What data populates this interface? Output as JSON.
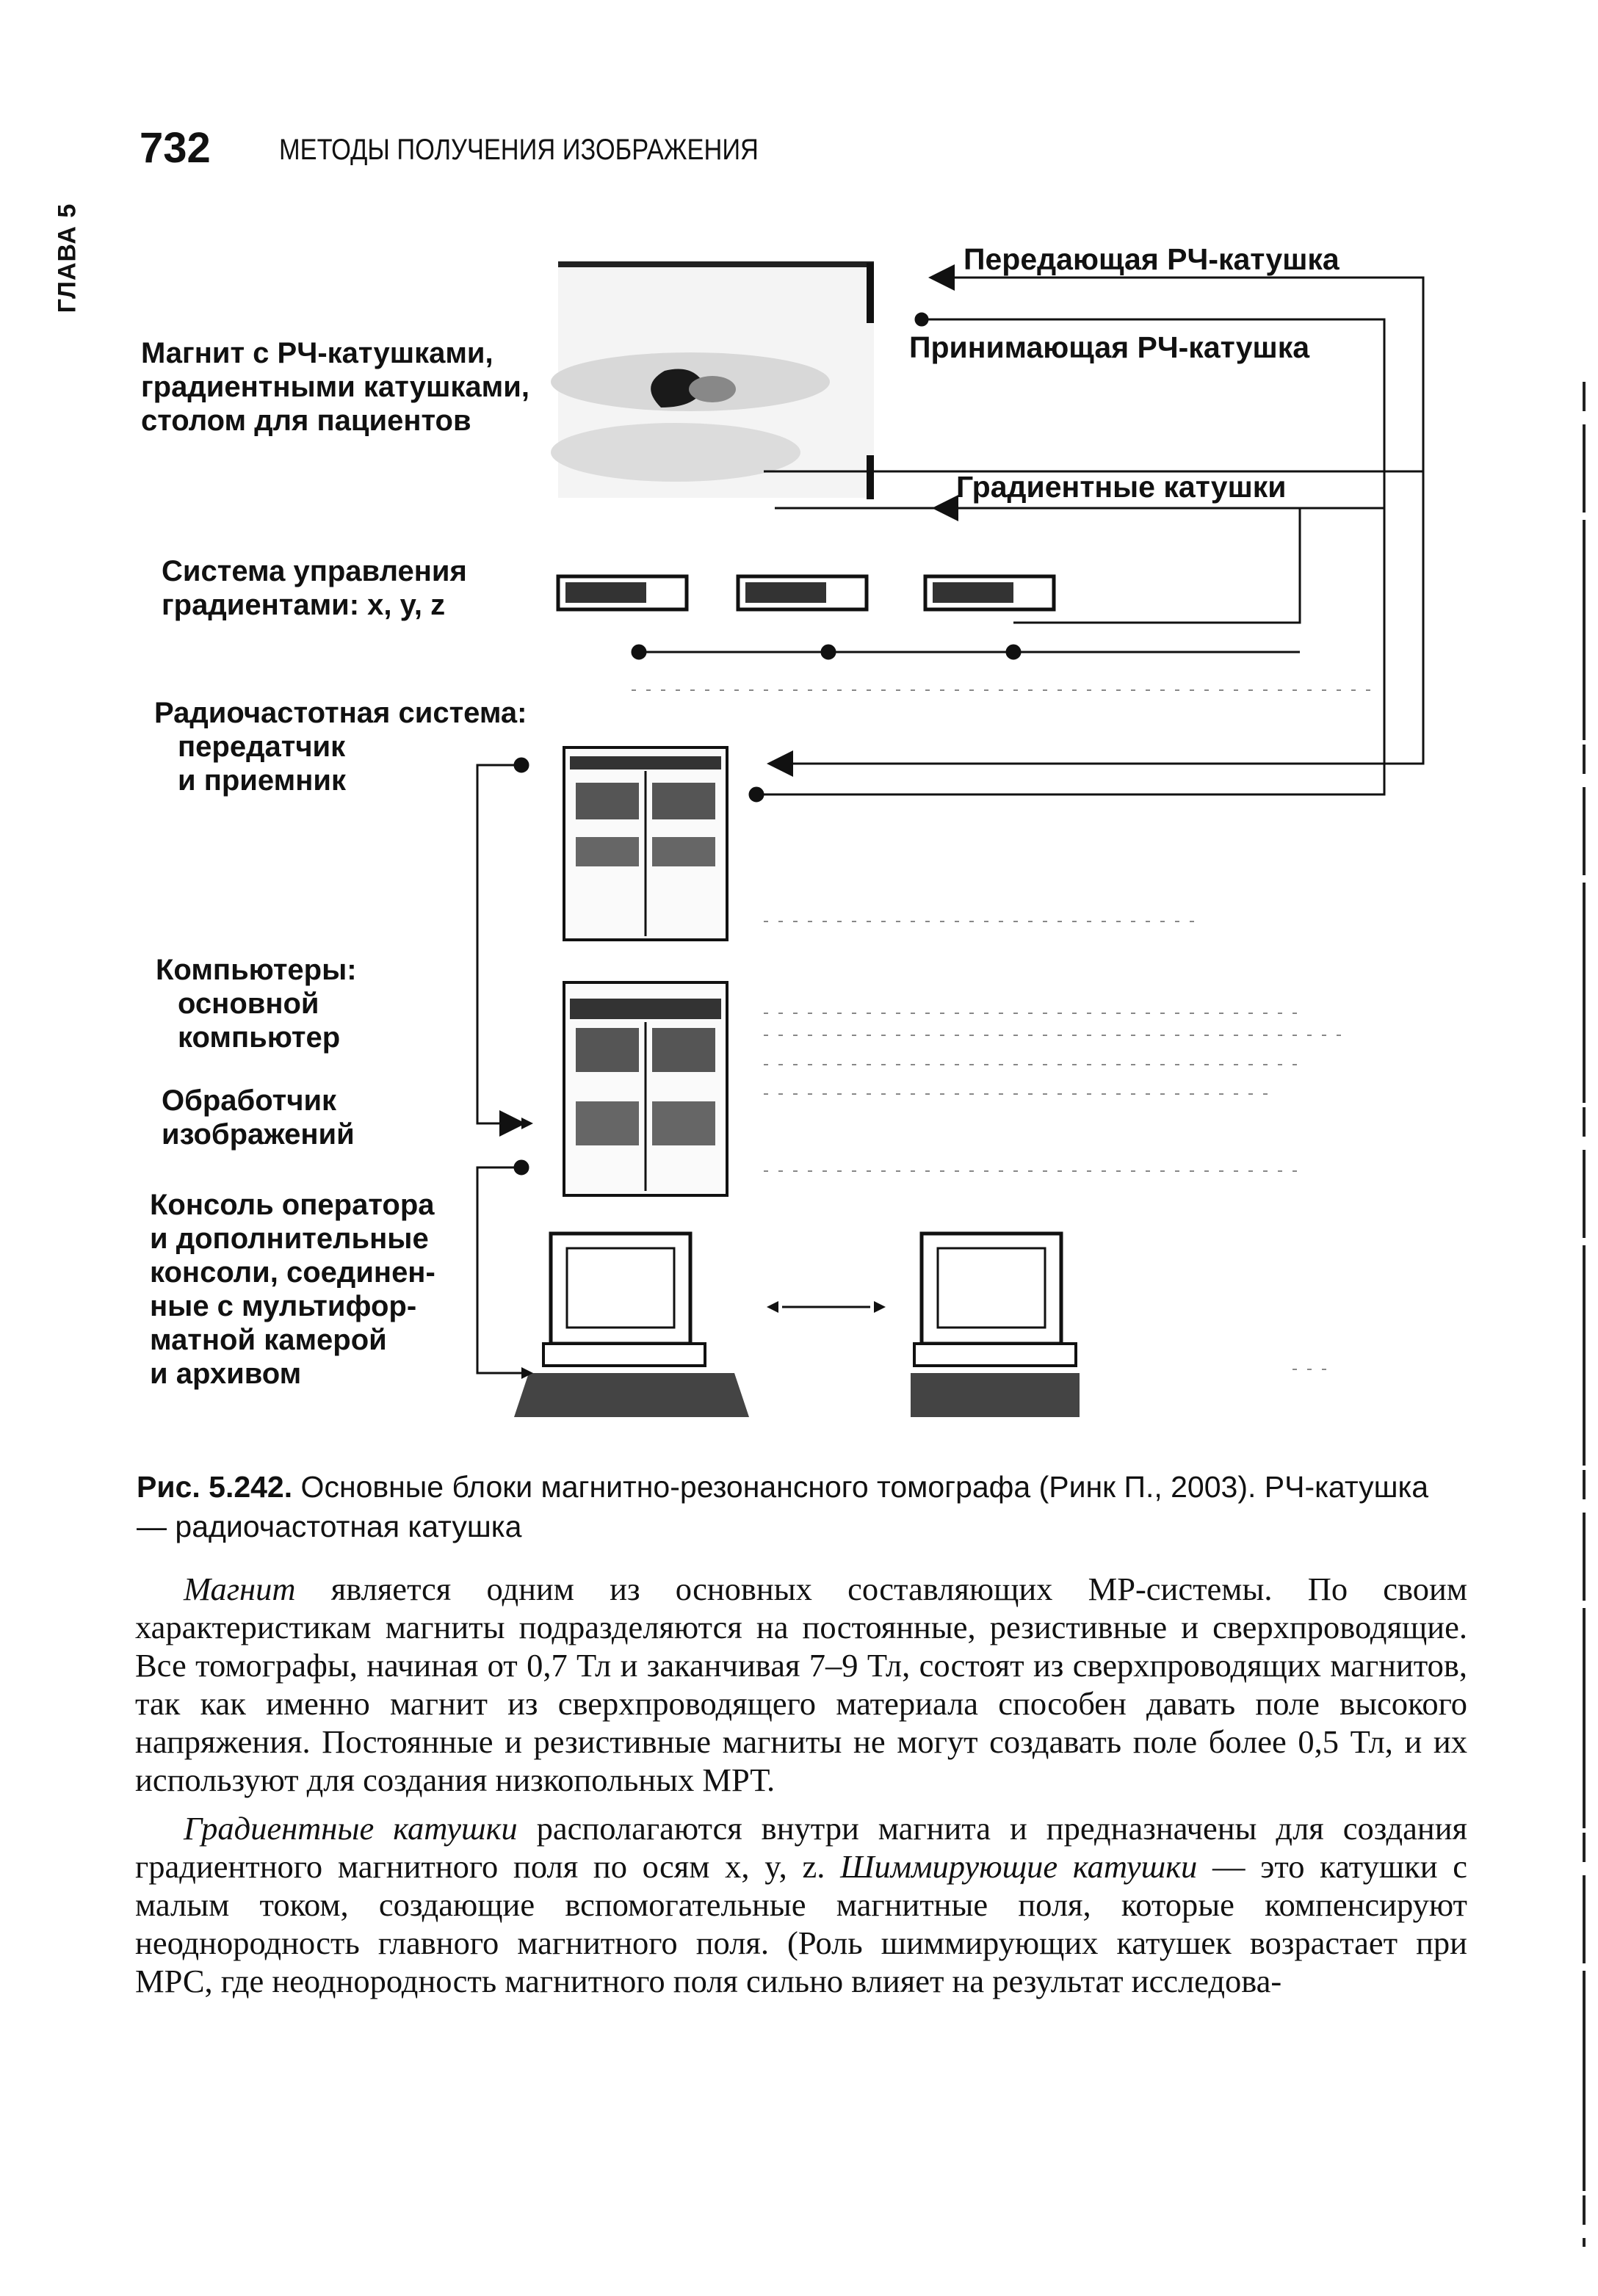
{
  "header": {
    "chapter_label": "ГЛАВА 5",
    "page_number": "732",
    "running_title": "МЕТОДЫ ПОЛУЧЕНИЯ ИЗОБРАЖЕНИЯ"
  },
  "figure": {
    "left_labels": {
      "magnet": "Магнит с РЧ-катушками,\nградиентными катушками,\nстолом для пациентов",
      "gradient_control": "Система управления\nградиентами: x, y, z",
      "rf_system_title": "Радиочастотная система:",
      "rf_system_items": "передатчик\nи приемник",
      "computers_title": "Компьютеры:",
      "computers_main": "основной\nкомпьютер",
      "image_processor": "Обработчик\nизображений",
      "console": "Консоль оператора\nи дополнительные\nконсоли, соединен-\nные с мультифор-\nматной камерой\nи архивом"
    },
    "right_labels": {
      "transmit_coil": "Передающая РЧ-катушка",
      "receive_coil": "Принимающая РЧ-катушка",
      "gradient_coils": "Градиентные катушки"
    }
  },
  "caption": {
    "number": "Рис. 5.242.",
    "text": "Основные блоки магнитно-резонансного томографа (Ринк П., 2003). РЧ-катушка — радиочастотная катушка"
  },
  "body": {
    "p1_term": "Магнит",
    "p1_text": " является одним из основных составляющих МР-системы. По своим характеристикам магниты подразделяются на постоянные, резистивные и сверхпроводящие. Все томографы, начиная от 0,7 Тл и заканчивая 7–9 Тл, состоят из сверхпроводящих магнитов, так как именно магнит из сверхпроводящего материала способен давать поле высокого напряжения. Постоянные и резистивные магниты не могут создавать поле более 0,5 Тл, и их используют для создания низкопольных МРТ.",
    "p2_term": "Градиентные катушки",
    "p2_text_a": " располагаются внутри магнита и предназначены для создания градиентного магнитного поля по осям x, y, z. ",
    "p2_term2": "Шиммирующие катушки",
    "p2_text_b": " — это катушки с малым током, создающие вспомогательные магнитные поля, которые компенсируют неоднородность главного магнитного поля. (Роль шиммирующих катушек возрастает при МРС, где неоднородность магнитного поля сильно влияет на результат исследова-"
  }
}
